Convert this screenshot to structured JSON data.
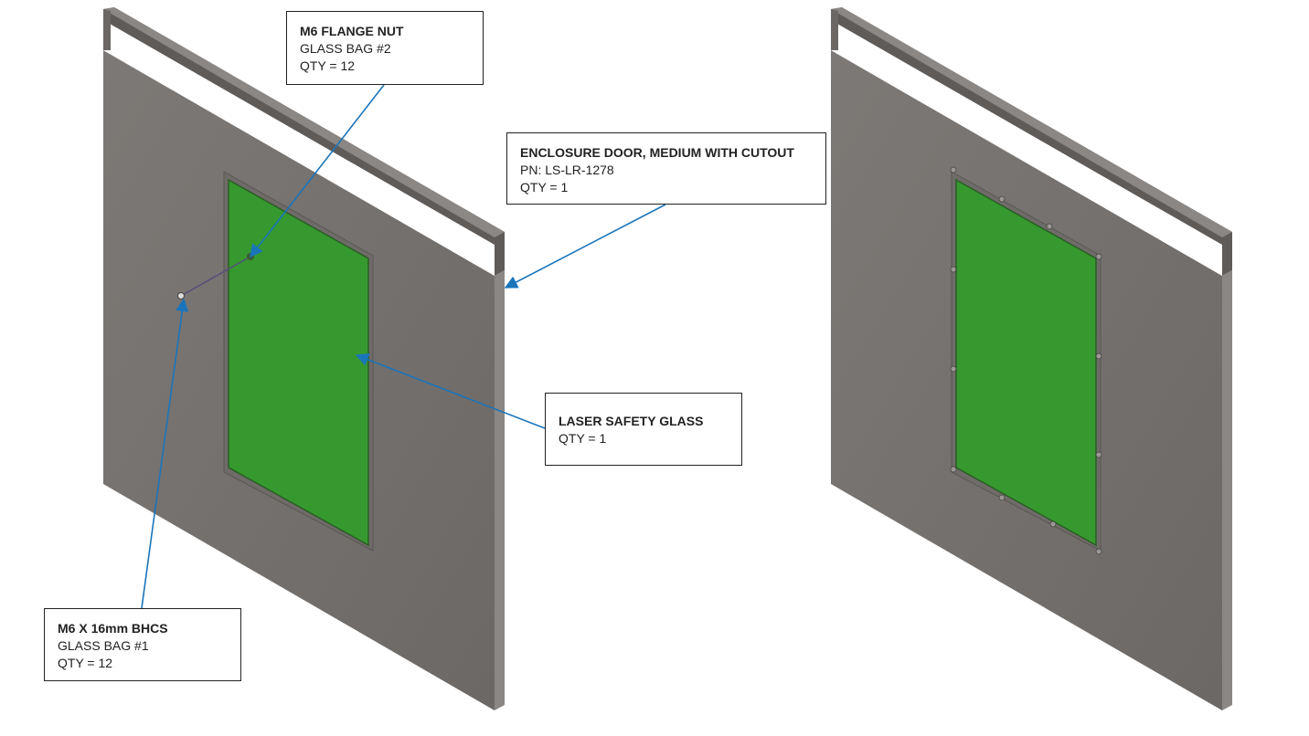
{
  "colors": {
    "panel": "#76726f",
    "glass": "#36992f",
    "leader": "#1b75bb",
    "frame": "#5e5b59"
  },
  "callouts": {
    "flange_nut": {
      "title": "M6 FLANGE NUT",
      "line1": "GLASS BAG #2",
      "line2": "QTY = 12"
    },
    "door": {
      "title": "ENCLOSURE DOOR, MEDIUM WITH CUTOUT",
      "line1": "PN: LS-LR-1278",
      "line2": "QTY = 1"
    },
    "glass": {
      "title": "LASER SAFETY GLASS",
      "line1": "QTY = 1"
    },
    "bhcs": {
      "title": "M6 X 16mm BHCS",
      "line1": "GLASS BAG #1",
      "line2": "QTY = 12"
    }
  }
}
